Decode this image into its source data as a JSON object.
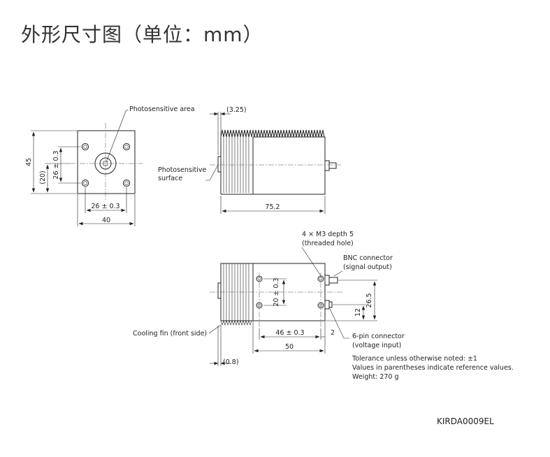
{
  "title": "外形尺寸图（单位：mm）",
  "front_view": {
    "label_photosensitive_area": "Photosensitive area",
    "dim_height": "45",
    "dim_center_height": "(20)",
    "dim_hole_pitch_v": "26 ± 0.3",
    "dim_hole_pitch_h": "26 ± 0.3",
    "dim_width": "40"
  },
  "side_view": {
    "dim_offset": "(3.25)",
    "label_surface_line1": "Photosensitive",
    "label_surface_line2": "surface",
    "dim_length": "75.2"
  },
  "rear_view": {
    "label_threaded_line1": "4 × M3 depth 5",
    "label_threaded_line2": "(threaded hole)",
    "label_bnc_line1": "BNC connector",
    "label_bnc_line2": "(signal output)",
    "dim_hole_pitch_v": "20 ± 0.3",
    "dim_conn_12": "12",
    "dim_conn_26_5": "26.5",
    "label_6pin_line1": "6-pin connector",
    "label_6pin_line2": "(voltage input)",
    "label_cooling_fin": "Cooling fin (front side)",
    "dim_hole_pitch_h": "46 ± 0.3",
    "dim_2": "2",
    "dim_50": "50",
    "dim_fin": "(0.8)"
  },
  "notes": {
    "line1": "Tolerance unless otherwise noted: ±1",
    "line2": "Values in parentheses indicate reference values.",
    "line3": "Weight: 270 g"
  },
  "drawing_code": "KIRDA0009EL"
}
